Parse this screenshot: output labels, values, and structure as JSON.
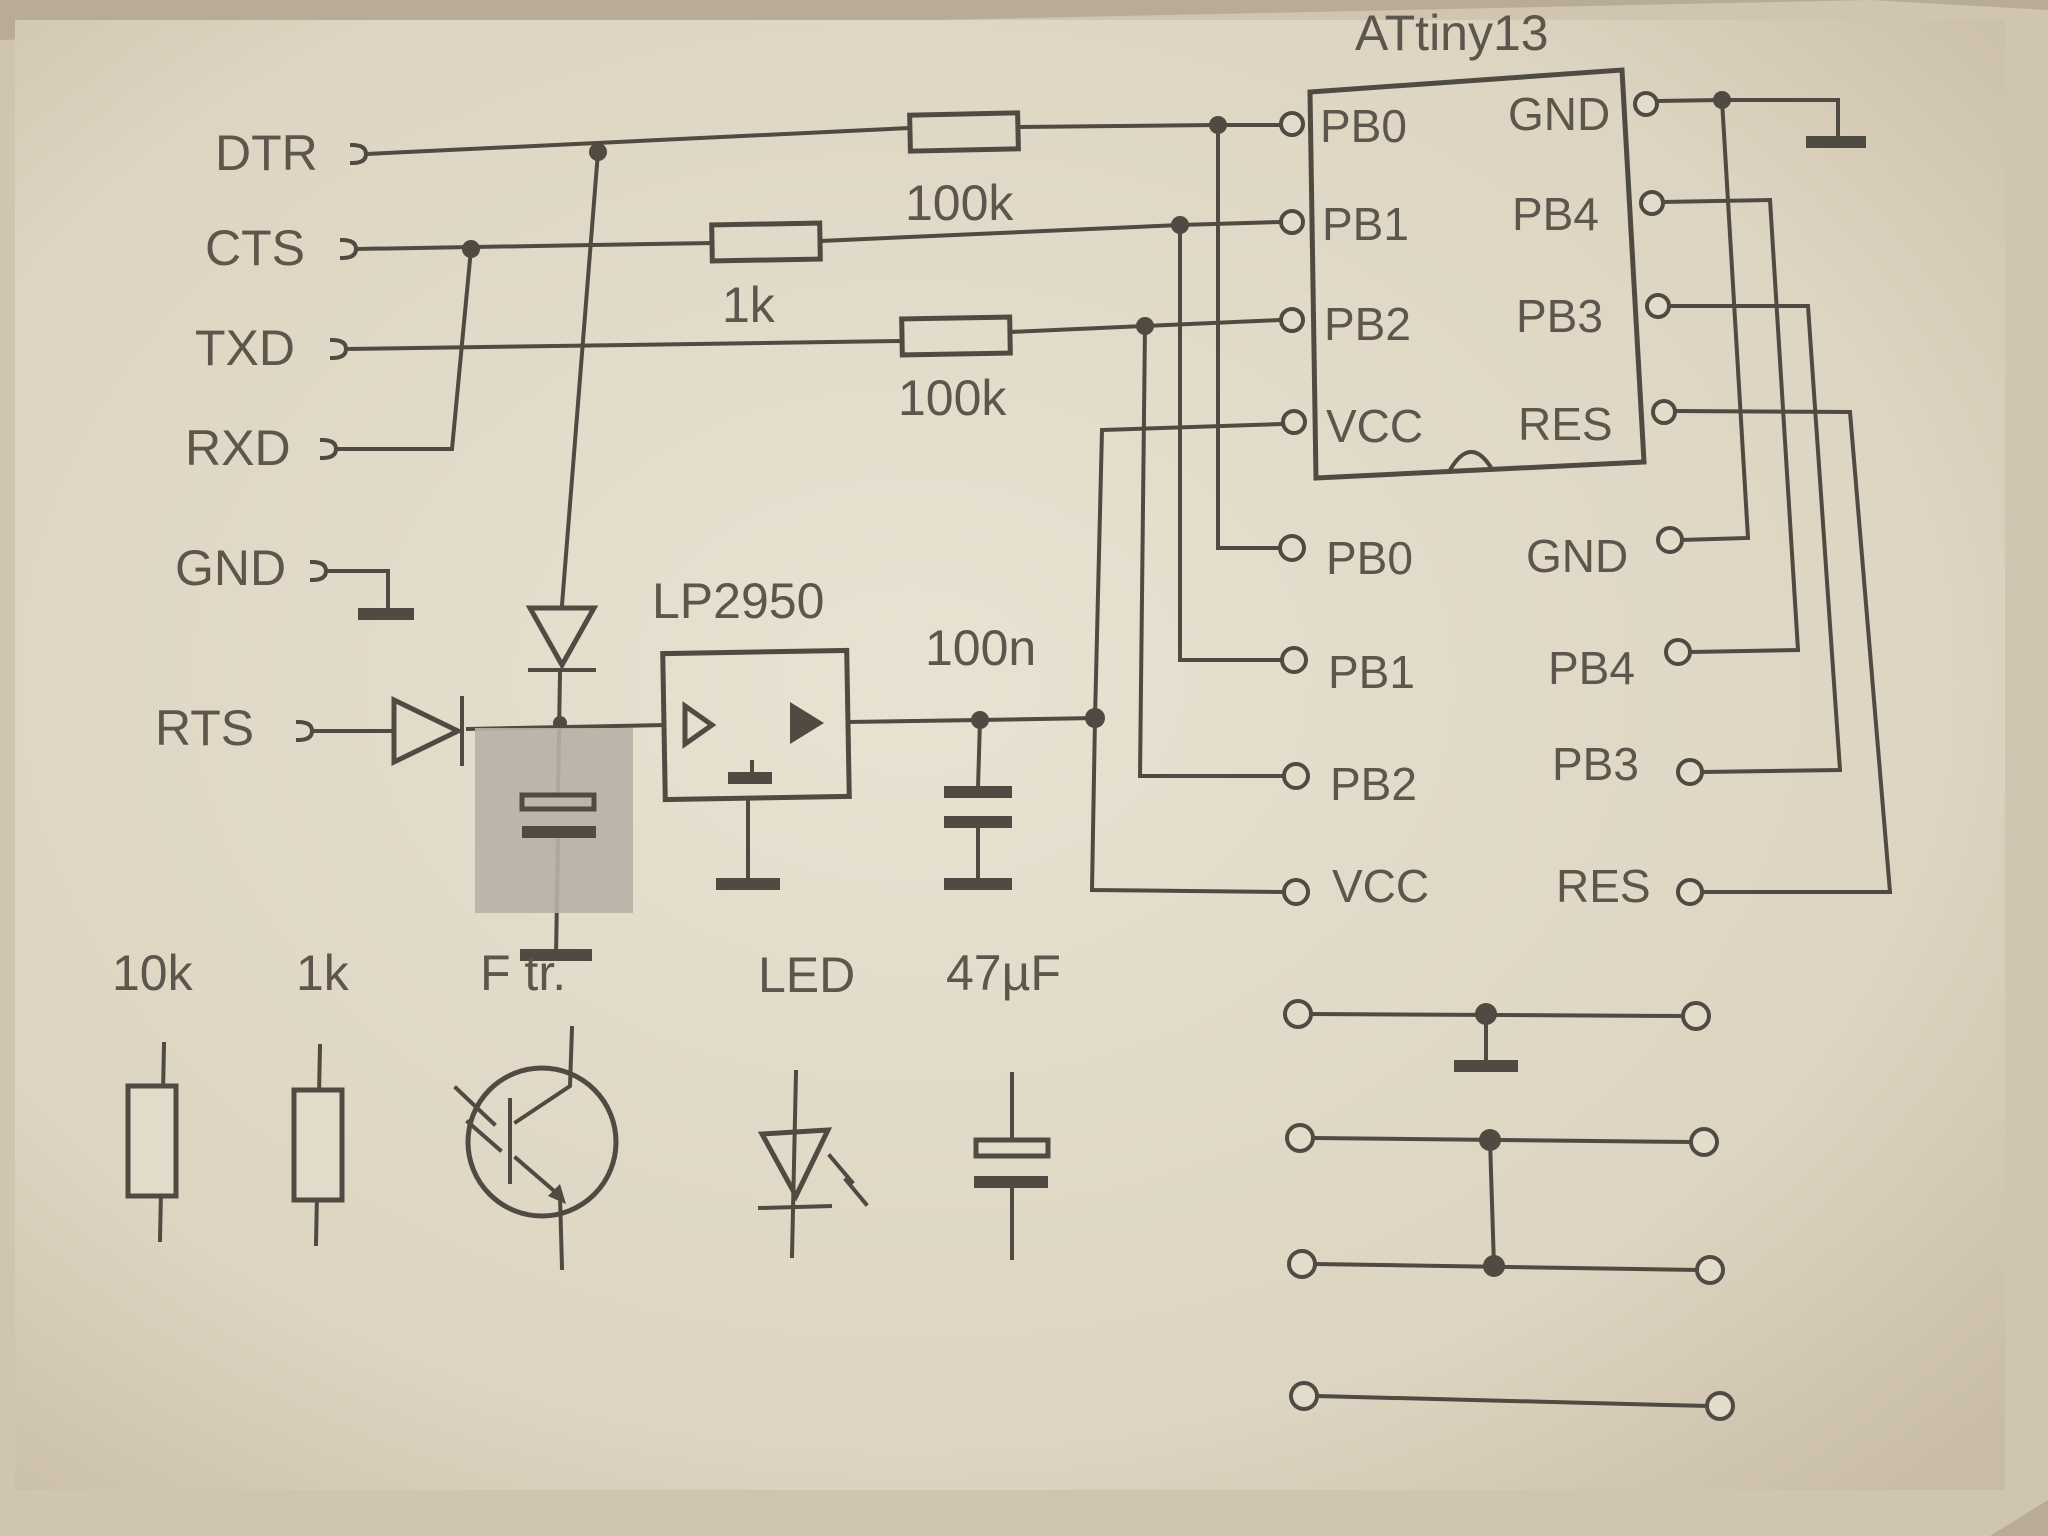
{
  "title": "ATtiny13",
  "serial": {
    "dtr": "DTR",
    "cts": "CTS",
    "txd": "TXD",
    "rxd": "RXD",
    "gnd": "GND",
    "rts": "RTS"
  },
  "resistors": {
    "r1": "100k",
    "r2": "1k",
    "r3": "100k"
  },
  "regulator": "LP2950",
  "cap_value": "100n",
  "chip_pins": {
    "pb0": "PB0",
    "pb1": "PB1",
    "pb2": "PB2",
    "vcc": "VCC",
    "gnd": "GND",
    "pb4": "PB4",
    "pb3": "PB3",
    "res": "RES"
  },
  "header_pins": {
    "pb0": "PB0",
    "pb1": "PB1",
    "pb2": "PB2",
    "vcc": "VCC",
    "gnd": "GND",
    "pb4": "PB4",
    "pb3": "PB3",
    "res": "RES"
  },
  "legend": {
    "r10k": "10k",
    "r1k": "1k",
    "phototr": "F    tr.",
    "led": "LED",
    "cap": "47µF"
  }
}
